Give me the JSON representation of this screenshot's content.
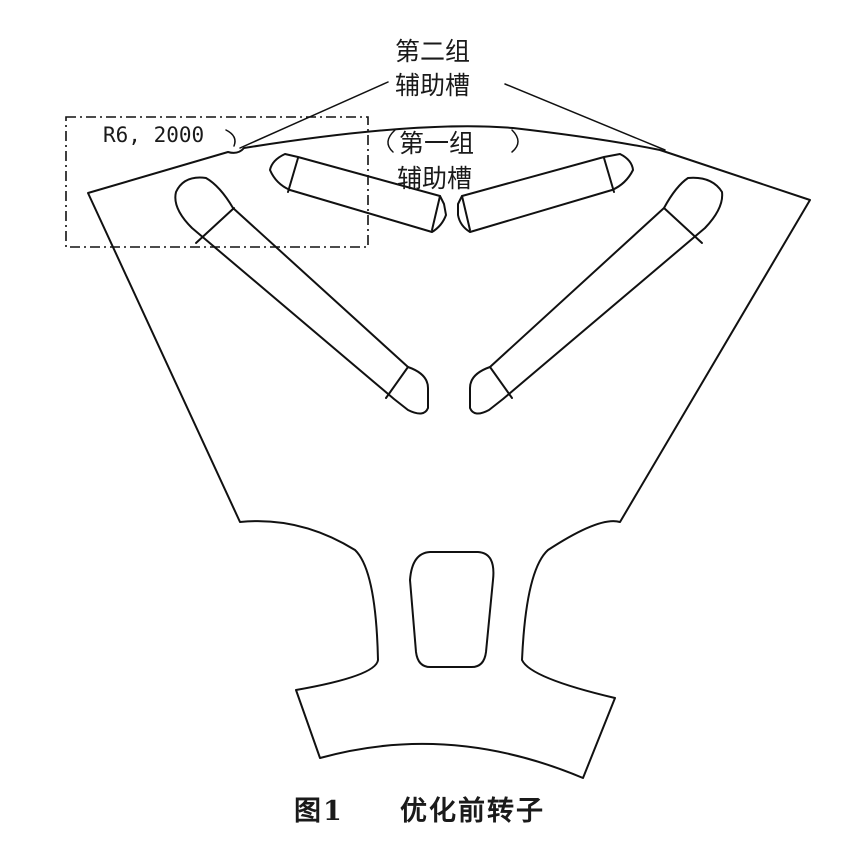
{
  "labels": {
    "second_group_line1": "第二组",
    "second_group_line2": "辅助槽",
    "first_group_line1": "第一组",
    "first_group_line2": "辅助槽",
    "radius": "R6, 2000"
  },
  "caption": {
    "figure_number": "图1",
    "title": "优化前转子"
  }
}
